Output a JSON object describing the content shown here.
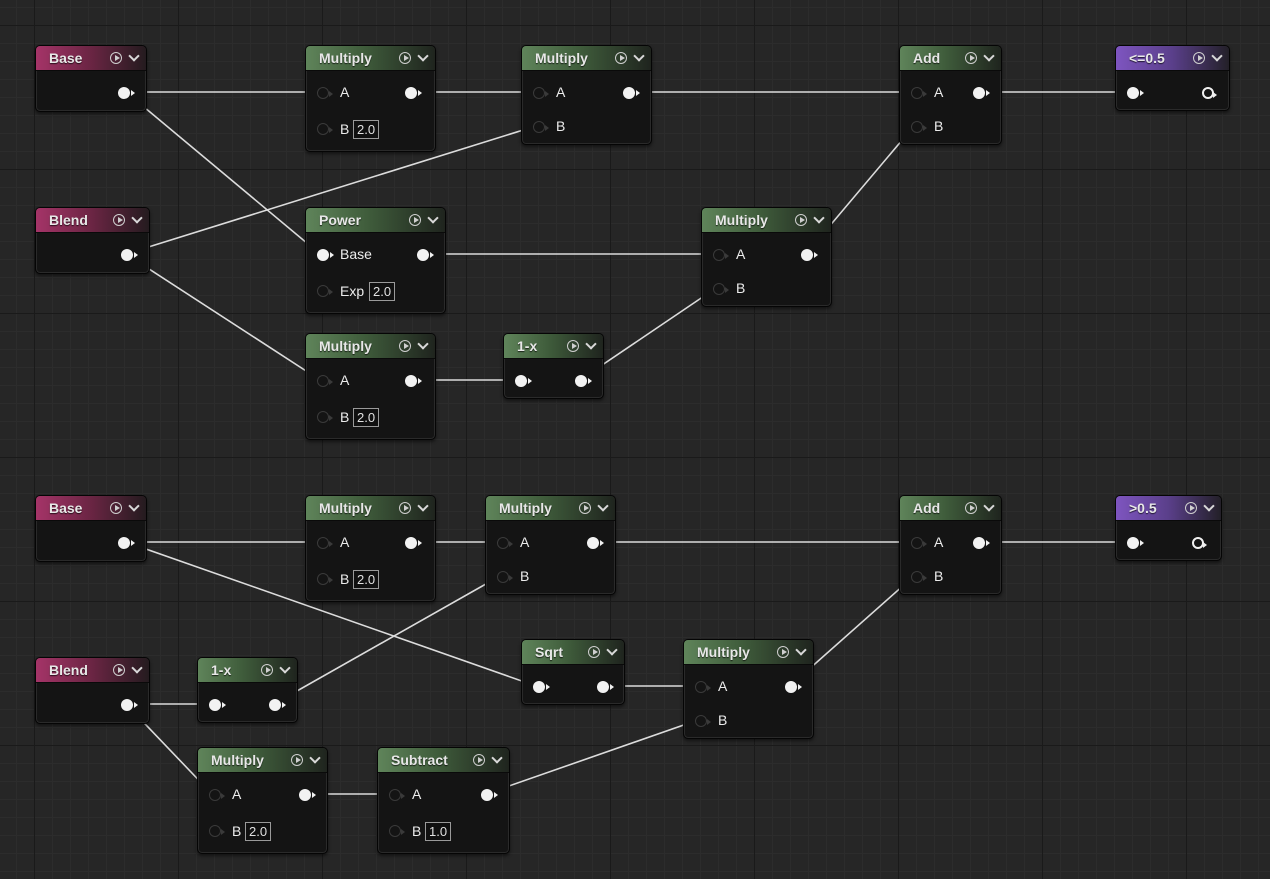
{
  "nodes": {
    "base_top": {
      "title": "Base",
      "color": "#a53468"
    },
    "blend_top": {
      "title": "Blend",
      "color": "#a53468"
    },
    "mul_t1": {
      "title": "Multiply",
      "pin_a": "A",
      "pin_b": "B",
      "b_value": "2.0"
    },
    "mul_t2": {
      "title": "Multiply",
      "pin_a": "A",
      "pin_b": "B"
    },
    "power_t": {
      "title": "Power",
      "pin_base": "Base",
      "pin_exp": "Exp",
      "exp_value": "2.0"
    },
    "mul_t3": {
      "title": "Multiply",
      "pin_a": "A",
      "pin_b": "B",
      "b_value": "2.0"
    },
    "onex_t": {
      "title": "1-x"
    },
    "mul_t4": {
      "title": "Multiply",
      "pin_a": "A",
      "pin_b": "B"
    },
    "add_t": {
      "title": "Add",
      "pin_a": "A",
      "pin_b": "B"
    },
    "out_t": {
      "title": "<=0.5",
      "color": "#7e55c0"
    },
    "base_bot": {
      "title": "Base"
    },
    "blend_bot": {
      "title": "Blend"
    },
    "mul_b1": {
      "title": "Multiply",
      "pin_a": "A",
      "pin_b": "B",
      "b_value": "2.0"
    },
    "mul_b2": {
      "title": "Multiply",
      "pin_a": "A",
      "pin_b": "B"
    },
    "sqrt_b": {
      "title": "Sqrt"
    },
    "onex_b": {
      "title": "1-x"
    },
    "mul_b3": {
      "title": "Multiply",
      "pin_a": "A",
      "pin_b": "B"
    },
    "mul_b4": {
      "title": "Multiply",
      "pin_a": "A",
      "pin_b": "B",
      "b_value": "2.0"
    },
    "sub_b": {
      "title": "Subtract",
      "pin_a": "A",
      "pin_b": "B",
      "b_value": "1.0"
    },
    "add_b": {
      "title": "Add",
      "pin_a": "A",
      "pin_b": "B"
    },
    "out_b": {
      "title": ">0.5",
      "color": "#7e55c0"
    }
  },
  "colors": {
    "operator_header": "#5f845a",
    "input_header": "#a53468",
    "output_header": "#7e55c0",
    "wire": "#dcdcdc"
  }
}
